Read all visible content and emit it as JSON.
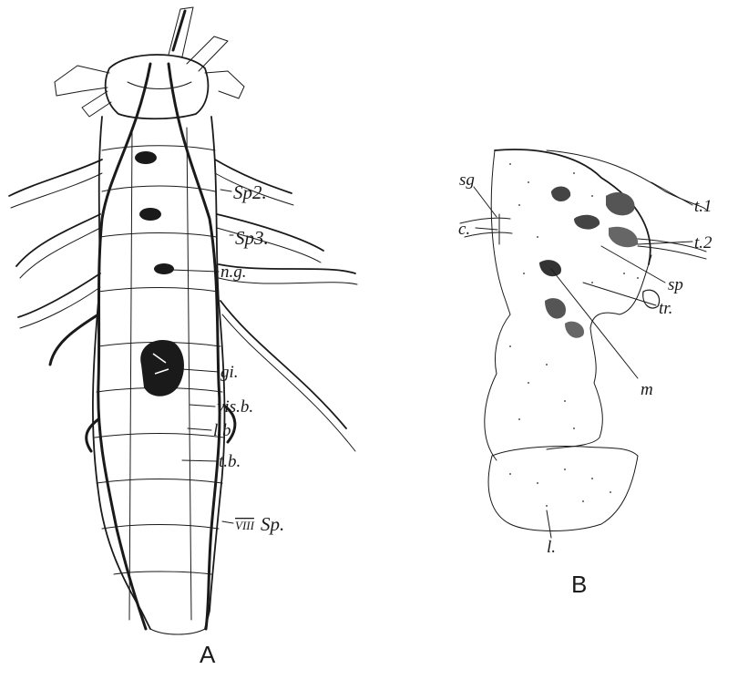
{
  "figure": {
    "panel_a": {
      "caption": "A",
      "labels": {
        "sp2": "Sp2.",
        "sp3": "Sp3.",
        "ng": "n.g.",
        "gi": "gi.",
        "visb": "vis.b.",
        "lb": "l.b.",
        "tb": "t.b.",
        "viii_numeral": "VIII",
        "viii_sp": "Sp."
      }
    },
    "panel_b": {
      "caption": "B",
      "labels": {
        "sg": "sg",
        "c": "c.",
        "t1": "t.1",
        "t2": "t.2",
        "sp": "sp",
        "tr": "tr.",
        "m": "m",
        "l": "l."
      }
    },
    "colors": {
      "ink": "#1a1a1a",
      "background": "#ffffff"
    }
  }
}
